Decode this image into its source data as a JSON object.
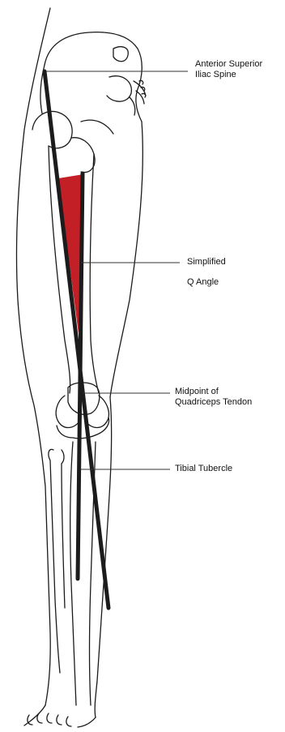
{
  "labels": {
    "asis_line1": "Anterior Superior",
    "asis_line2": "Iliac Spine",
    "q_line1": "Simplified",
    "q_line2": "Q Angle",
    "quad_line1": "Midpoint of",
    "quad_line2": "Quadriceps Tendon",
    "tibial": "Tibial Tubercle"
  },
  "colors": {
    "outline": "#1a1a1a",
    "axis_line": "#1c1c1c",
    "q_angle_fill": "#c0131b",
    "leader": "#333333"
  }
}
